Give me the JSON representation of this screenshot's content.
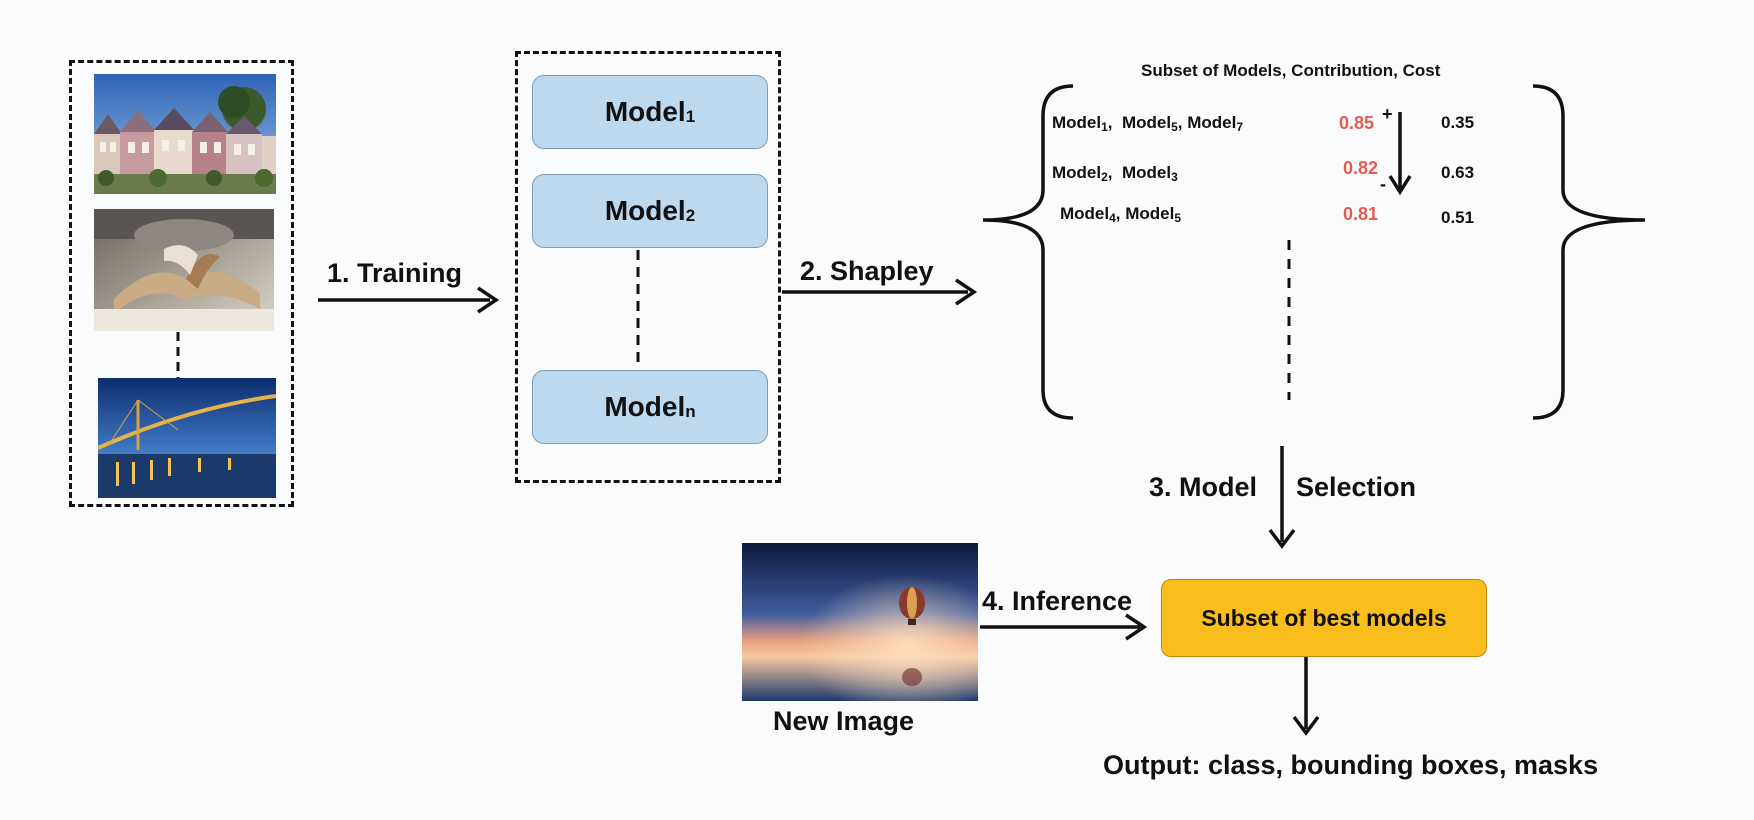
{
  "models": [
    {
      "name": "Model",
      "sub": "1"
    },
    {
      "name": "Model",
      "sub": "2"
    },
    {
      "name": "Model",
      "sub": "n"
    }
  ],
  "steps": {
    "training": "1. Training",
    "shapley": "2. Shapley",
    "model_selection_a": "3. Model",
    "model_selection_b": "Selection",
    "inference": "4. Inference"
  },
  "table": {
    "header": "Subset of Models, Contribution, Cost",
    "rows": [
      {
        "parts": [
          [
            "Model",
            "1",
            ",  "
          ],
          [
            "Model",
            "5",
            ", "
          ],
          [
            "Model",
            "7",
            ""
          ]
        ],
        "contribution": "0.85",
        "cost": "0.35"
      },
      {
        "parts": [
          [
            "Model",
            "2",
            ",  "
          ],
          [
            "Model",
            "3",
            ""
          ]
        ],
        "contribution": "0.82",
        "cost": "0.63"
      },
      {
        "parts": [
          [
            "Model",
            "4",
            ", "
          ],
          [
            "Model",
            "5",
            ""
          ]
        ],
        "contribution": "0.81",
        "cost": "0.51"
      }
    ],
    "plus_sign": "+",
    "minus_sign": "-"
  },
  "best_models": "Subset of best models",
  "new_image_label": "New Image",
  "output": "Output: class, bounding boxes, masks",
  "colors": {
    "model_box": "#bcd9ef",
    "best_box": "#f9bd1c",
    "contribution": "#e85a50"
  },
  "images": [
    "houses-photo",
    "book-photo",
    "bridge-night-photo",
    "balloon-sunset-photo"
  ]
}
